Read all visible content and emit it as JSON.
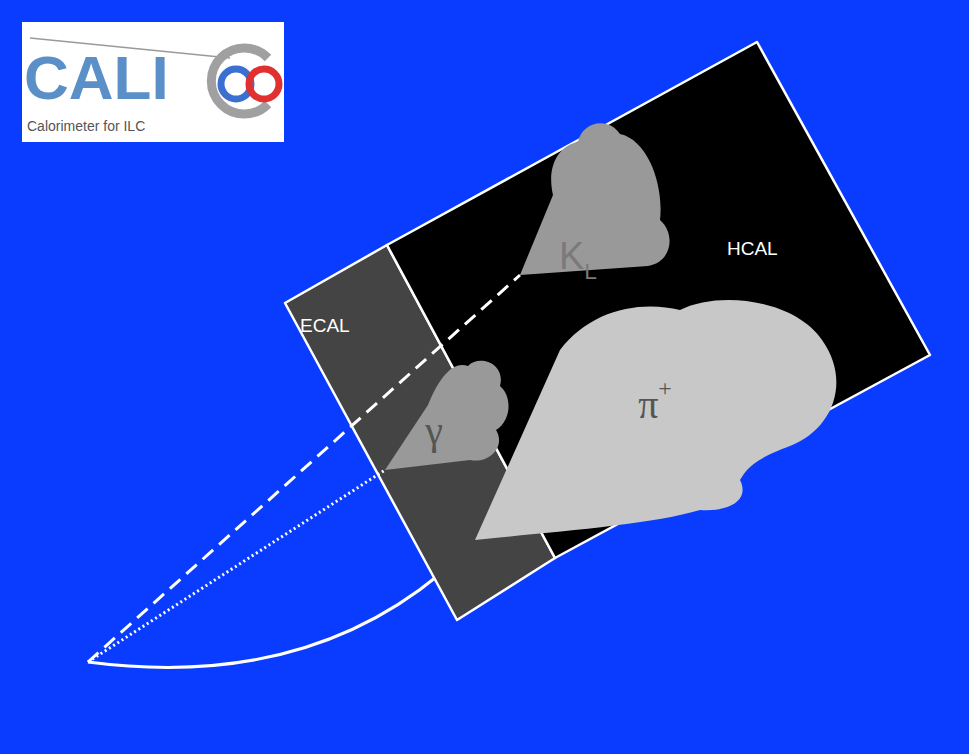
{
  "diagram": {
    "nodes": [
      {
        "text": [
          "ECAL"
        ]
      },
      {
        "text": [
          "HCAL"
        ]
      },
      {
        "text": [
          "K",
          "L"
        ],
        "in": 1
      },
      {
        "text": [
          "γ"
        ]
      },
      {
        "text": [
          "π",
          "+"
        ]
      }
    ],
    "labels": [
      "CALI",
      "Calorimeter for ILC"
    ]
  }
}
